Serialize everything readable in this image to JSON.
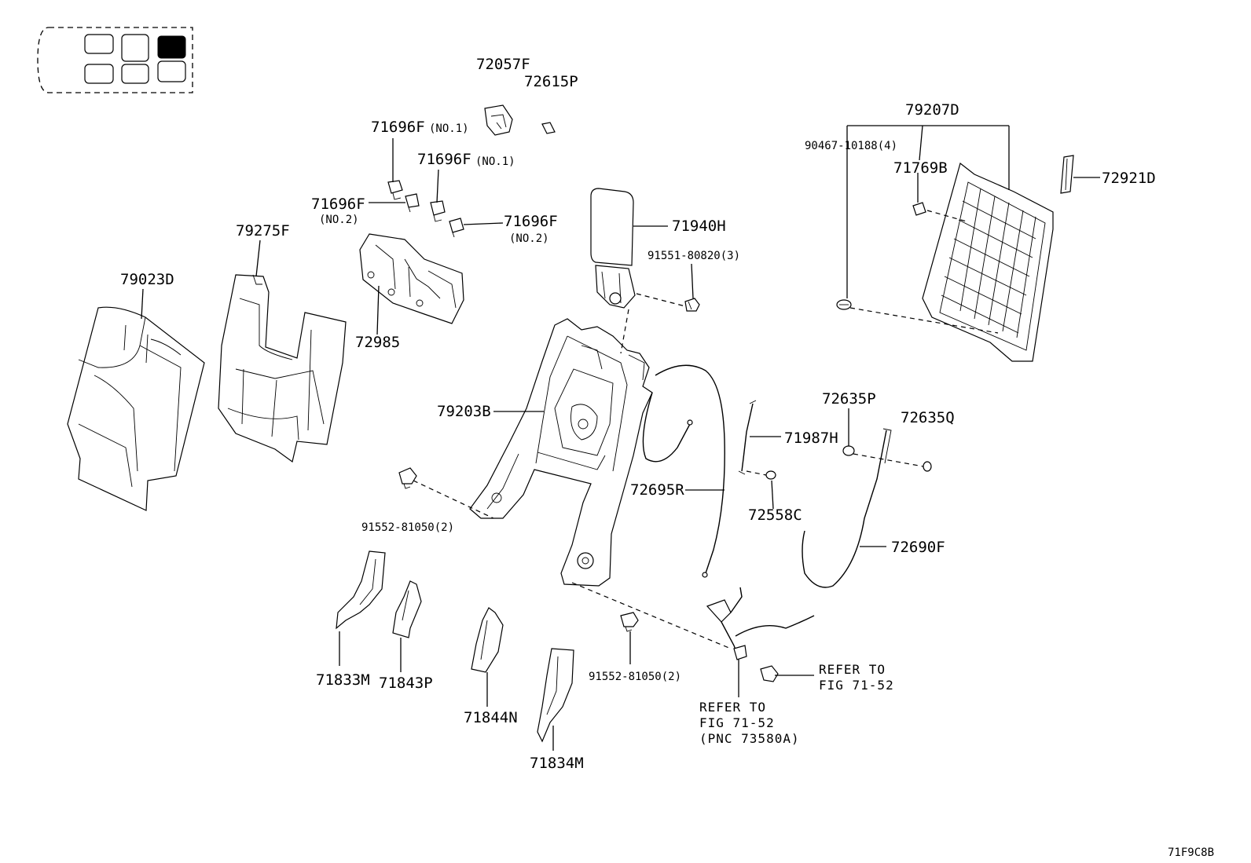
{
  "labels": {
    "p72057F": "72057F",
    "p72615P": "72615P",
    "p71696F_a": "71696F",
    "p71696F_a_note": "(NO.1)",
    "p71696F_b": "71696F",
    "p71696F_b_note": "(NO.1)",
    "p71696F_c": "71696F",
    "p71696F_c_note": "(NO.2)",
    "p71696F_d": "71696F",
    "p71696F_d_note": "(NO.2)",
    "p79275F": "79275F",
    "p79023D": "79023D",
    "p72985": "72985",
    "p71940H": "71940H",
    "p91551": "91551-80820(3)",
    "p79207D": "79207D",
    "p90467": "90467-10188(4)",
    "p71769B": "71769B",
    "p72921D": "72921D",
    "p79203B": "79203B",
    "p91552_a": "91552-81050(2)",
    "p91552_b": "91552-81050(2)",
    "p72635P": "72635P",
    "p72635Q": "72635Q",
    "p71987H": "71987H",
    "p72695R": "72695R",
    "p72558C": "72558C",
    "p72690F": "72690F",
    "p71833M": "71833M",
    "p71843P": "71843P",
    "p71844N": "71844N",
    "p71834M": "71834M",
    "ref1_line1": "REFER TO",
    "ref1_line2": "FIG 71-52",
    "ref2_line1": "REFER TO",
    "ref2_line2": "FIG 71-52",
    "ref2_line3": "(PNC 73580A)",
    "diagram_code": "71F9C8B"
  },
  "locator": {
    "selected_seat": "row3-right"
  }
}
